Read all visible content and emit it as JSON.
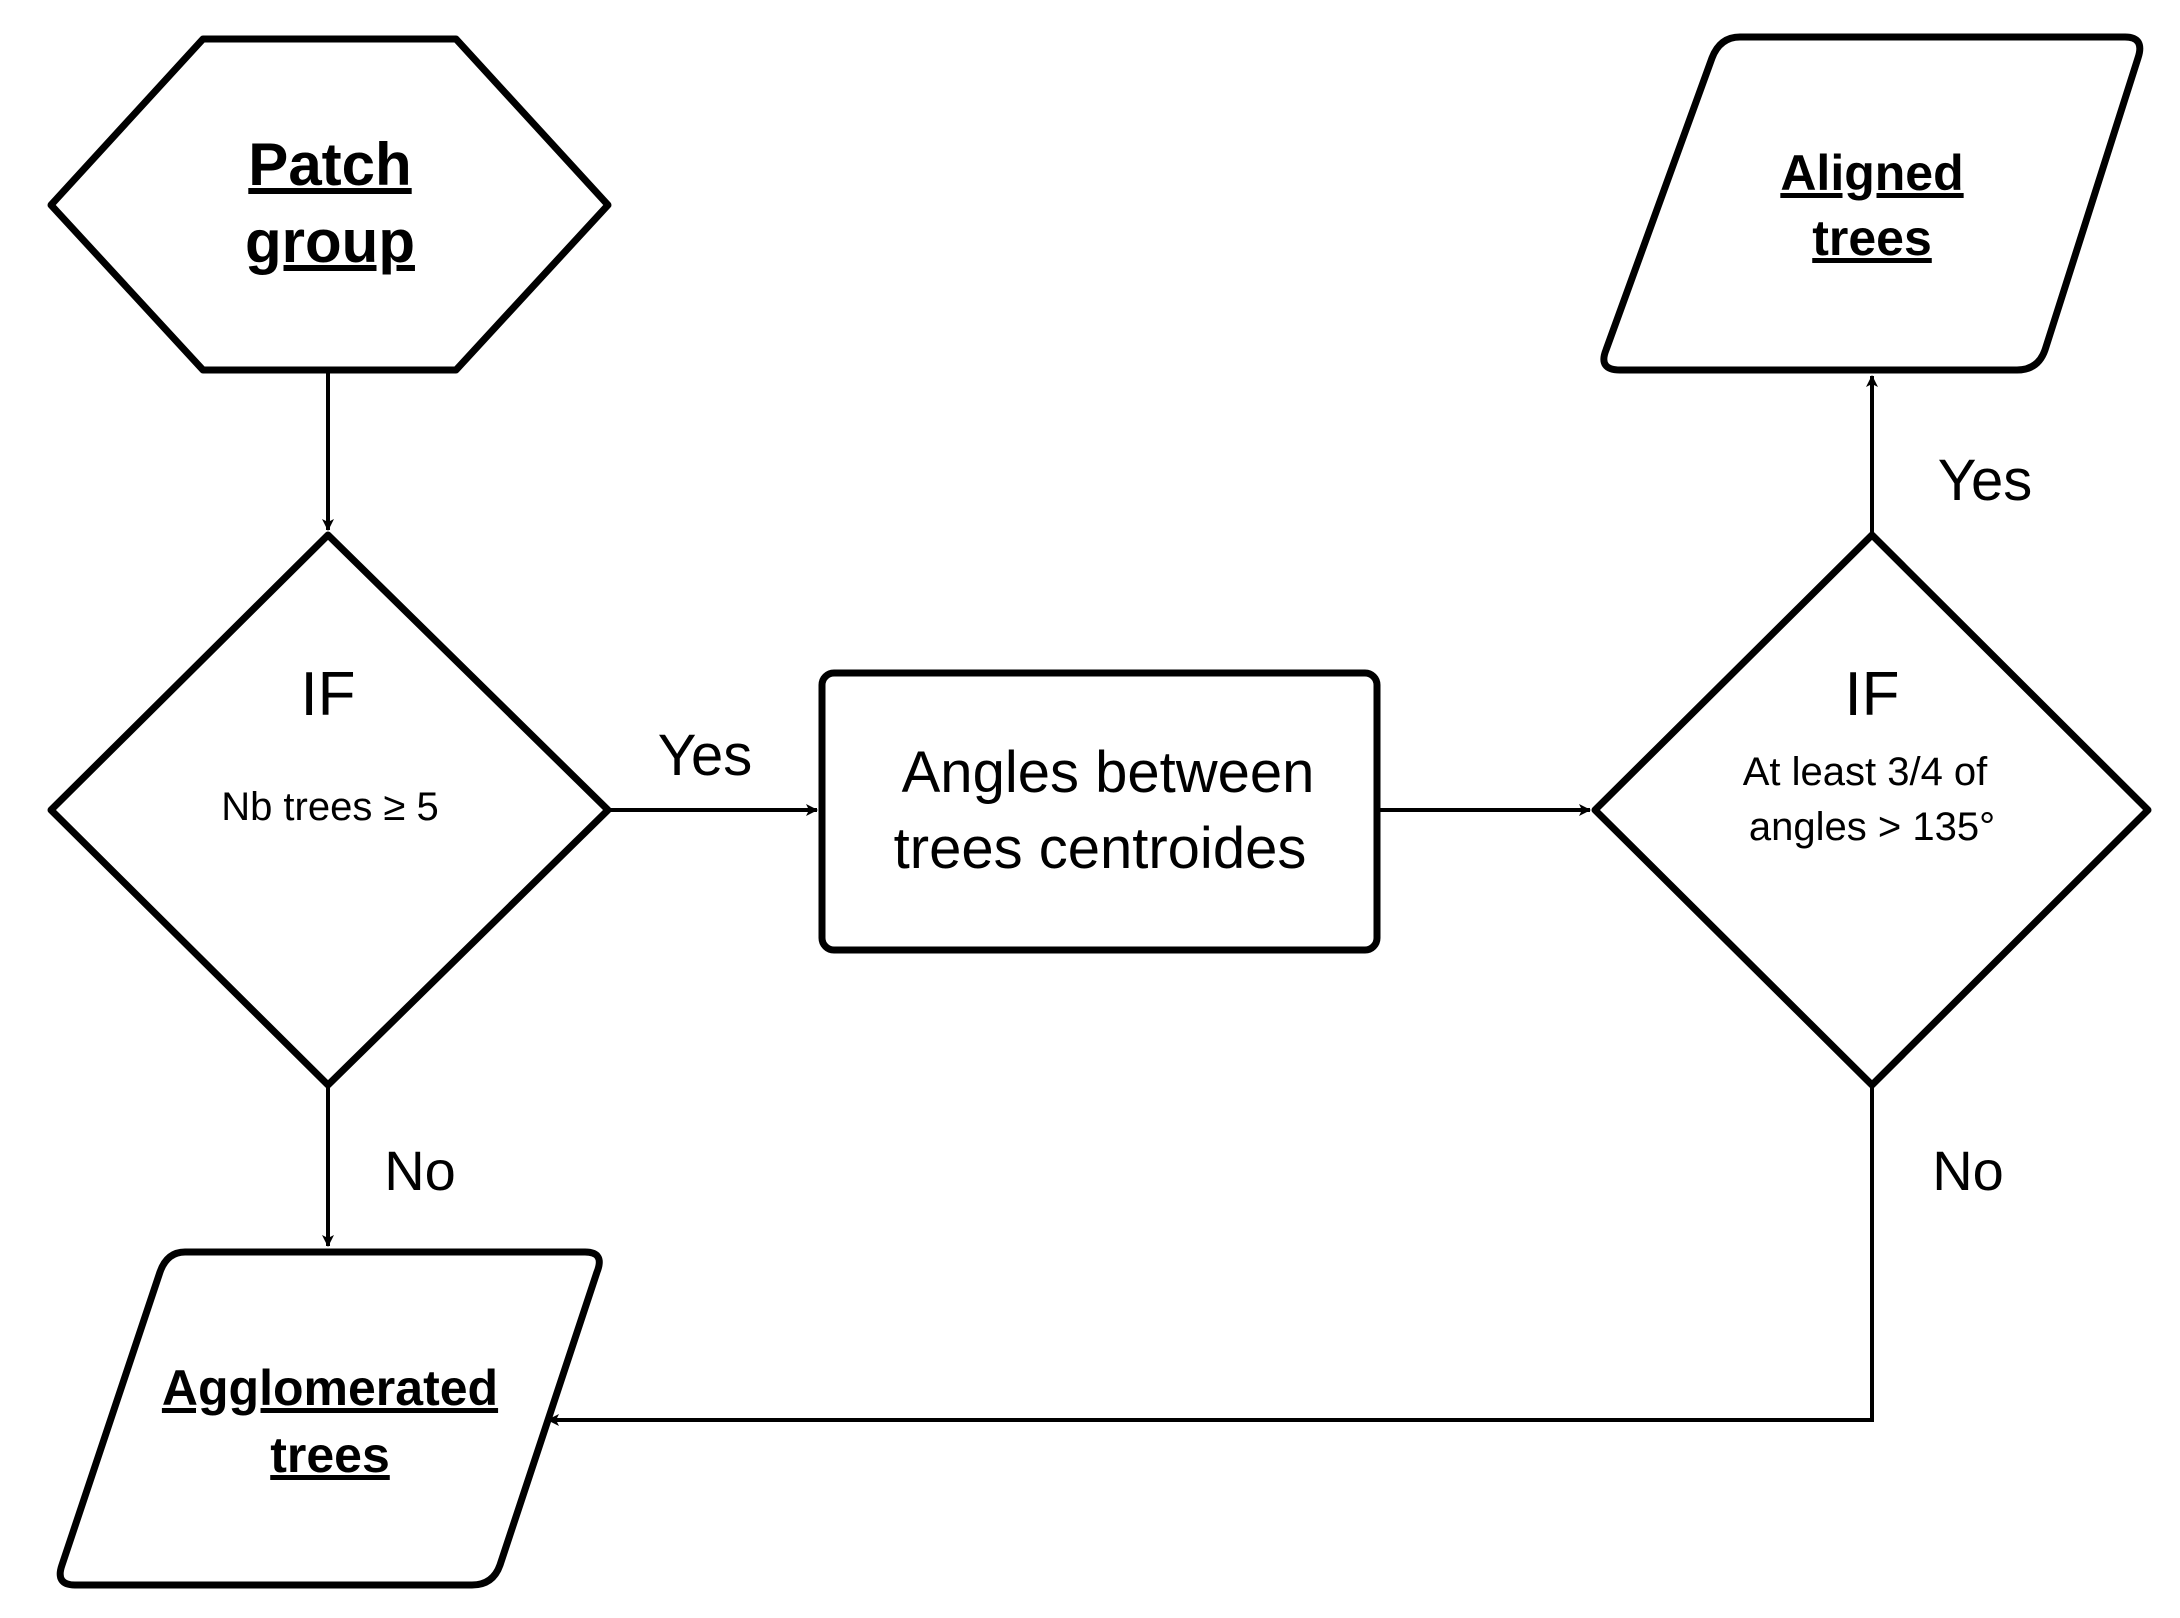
{
  "diagram": {
    "nodes": {
      "start": {
        "lines": [
          "Patch",
          "group"
        ]
      },
      "decision1": {
        "title": "IF",
        "condition": "Nb trees ≥ 5"
      },
      "process": {
        "lines": [
          "Angles between",
          "trees centroides"
        ]
      },
      "decision2": {
        "title": "IF",
        "condition_lines": [
          "At least 3/4 of",
          "angles  > 135°"
        ]
      },
      "aligned": {
        "lines": [
          "Aligned",
          "trees"
        ]
      },
      "agglomerated": {
        "lines": [
          "Agglomerated",
          "trees"
        ]
      }
    },
    "edges": {
      "d1_yes": "Yes",
      "d1_no": "No",
      "d2_yes": "Yes",
      "d2_no": "No"
    }
  }
}
